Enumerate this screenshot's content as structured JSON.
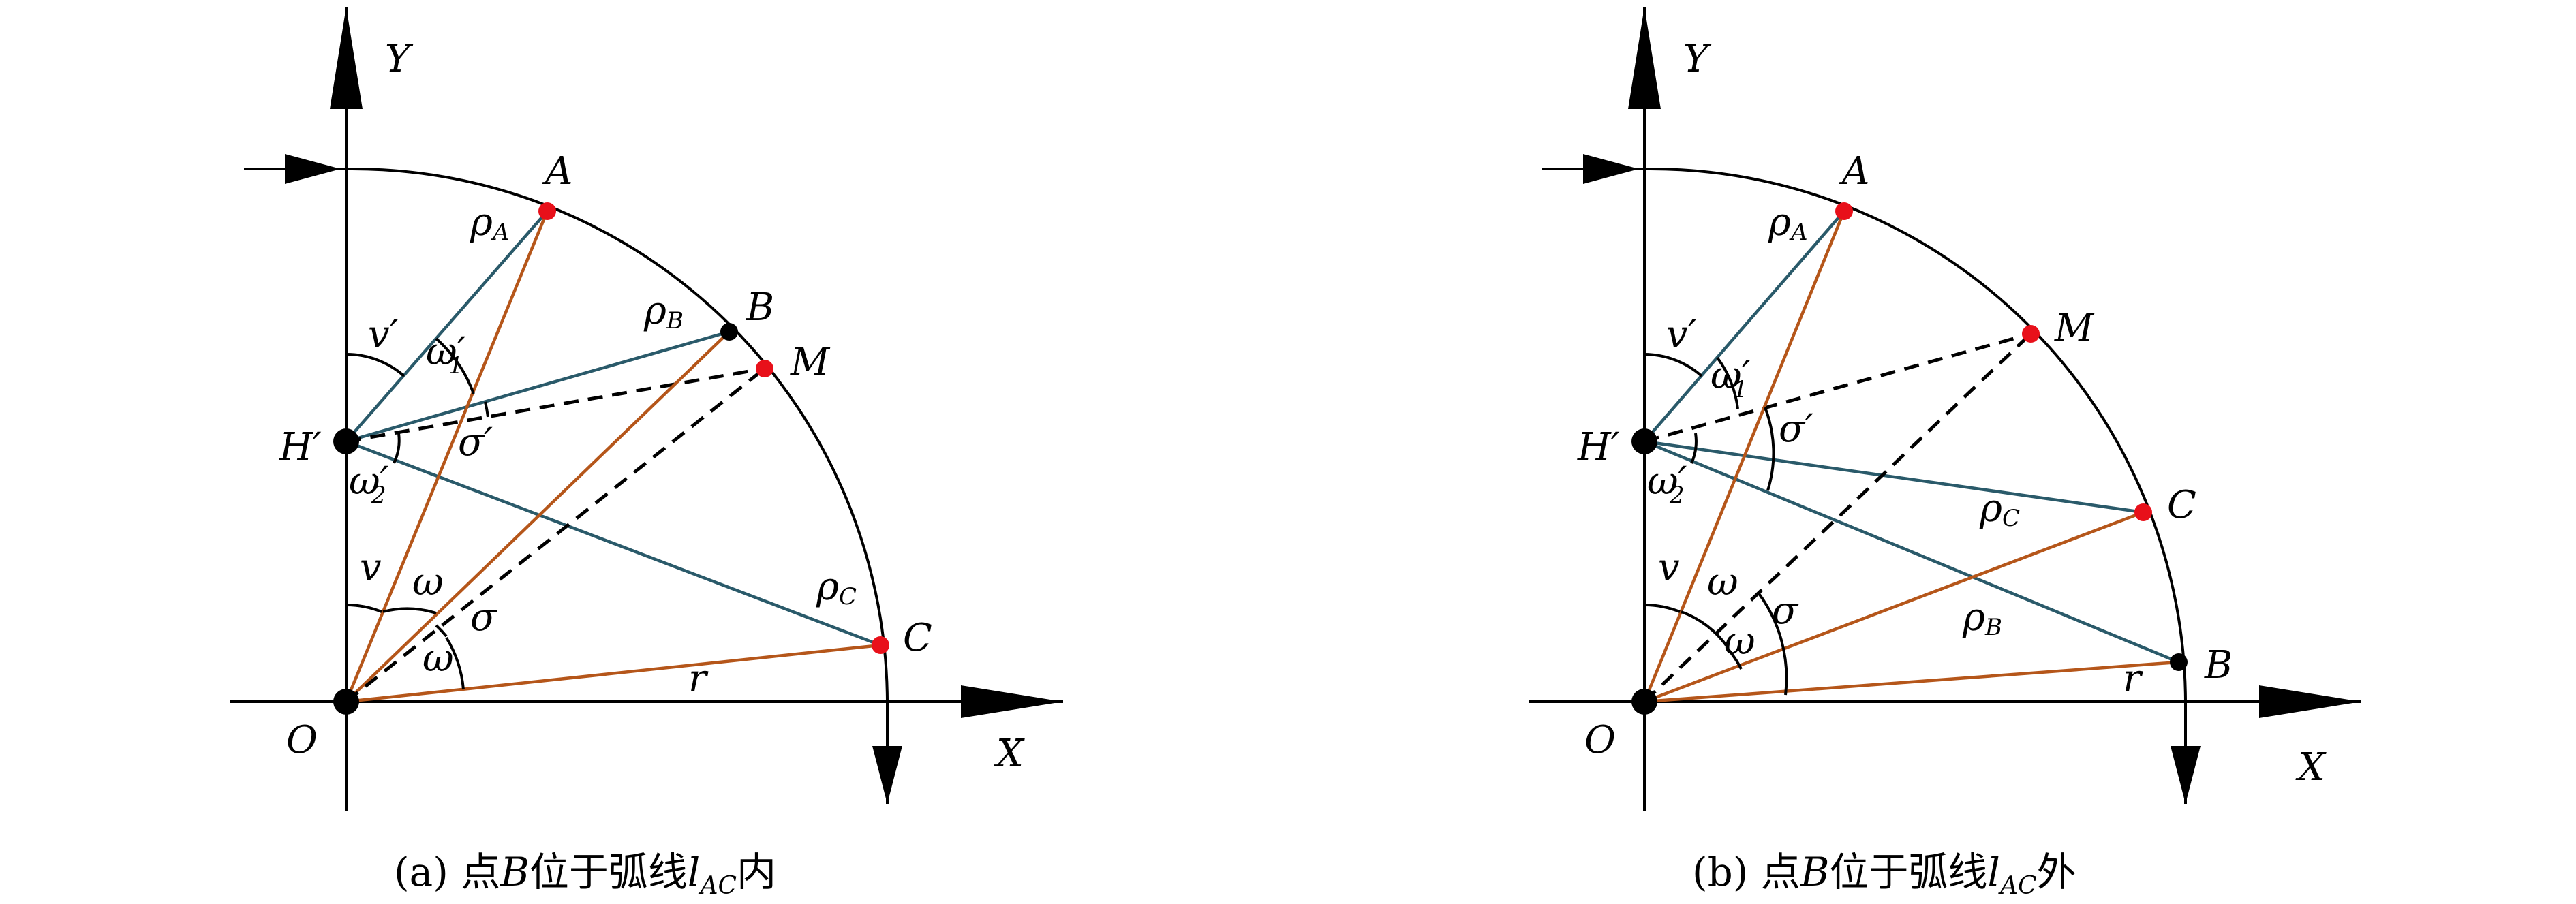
{
  "colors": {
    "axis": "#000000",
    "teal": "#2a5a6a",
    "brown": "#b5561a",
    "red_point": "#e8101a",
    "black_point": "#000000"
  },
  "panels": [
    {
      "id": "a",
      "labels": {
        "Y": "Y",
        "X": "X",
        "O": "O",
        "H": "H′",
        "A": "A",
        "B": "B",
        "M": "M",
        "C": "C",
        "rhoA": "ρ",
        "rhoA_sub": "A",
        "rhoB": "ρ",
        "rhoB_sub": "B",
        "rhoC": "ρ",
        "rhoC_sub": "C",
        "vprime": "v′",
        "omega1": "ω′",
        "omega1_sub": "1",
        "sigmaprime": "σ′",
        "omega2": "ω′",
        "omega2_sub": "2",
        "v": "v",
        "omega_a": "ω",
        "sigma": "σ",
        "omega_b": "ω",
        "r": "r"
      },
      "caption": {
        "prefix": "(a) 点",
        "var": "B",
        "mid": "位于弧线",
        "l": "l",
        "l_sub": "AC",
        "suffix": "内"
      }
    },
    {
      "id": "b",
      "labels": {
        "Y": "Y",
        "X": "X",
        "O": "O",
        "H": "H′",
        "A": "A",
        "B": "B",
        "M": "M",
        "C": "C",
        "rhoA": "ρ",
        "rhoA_sub": "A",
        "rhoB": "ρ",
        "rhoB_sub": "B",
        "rhoC": "ρ",
        "rhoC_sub": "C",
        "vprime": "v′",
        "omega1": "ω′",
        "omega1_sub": "1",
        "sigmaprime": "σ′",
        "omega2": "ω′",
        "omega2_sub": "2",
        "v": "v",
        "omega_a": "ω",
        "sigma": "σ",
        "omega_b": "ω",
        "r": "r"
      },
      "caption": {
        "prefix": "(b) 点",
        "var": "B",
        "mid": "位于弧线",
        "l": "l",
        "l_sub": "AC",
        "suffix": "外"
      }
    }
  ]
}
